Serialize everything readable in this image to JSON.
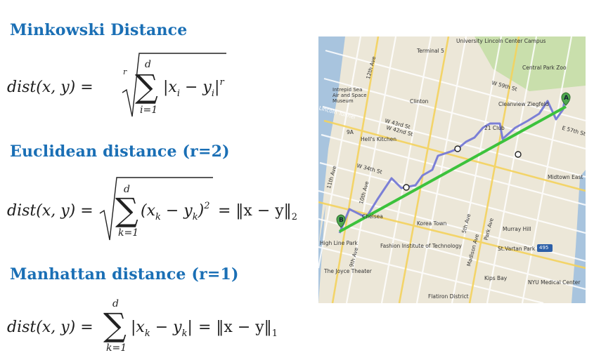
{
  "sections": {
    "minkowski": {
      "heading": "Minkowski Distance"
    },
    "euclidean": {
      "heading": "Euclidean distance (r=2)"
    },
    "manhattan": {
      "heading": "Manhattan distance (r=1)"
    }
  },
  "formulas": {
    "minkowski": {
      "lhs": "dist(x, y) =",
      "root_index": "r",
      "sum_top": "d",
      "sum_bottom": "i=1",
      "body": "|x",
      "sub": "i",
      "minus": " − y",
      "sub2": "i",
      "close": "|",
      "power": "r"
    },
    "euclidean": {
      "lhs": "dist(x, y) =",
      "sum_top": "d",
      "sum_bottom": "k=1",
      "body": "(x",
      "sub": "k",
      "minus": " − y",
      "sub2": "k",
      "close": ")",
      "power": "2",
      "rhs": "= ‖x − y‖",
      "rhs_sub": "2"
    },
    "manhattan": {
      "lhs": "dist(x, y) =",
      "sum_top": "d",
      "sum_bottom": "k=1",
      "body": "|x",
      "sub": "k",
      "minus": " − y",
      "sub2": "k",
      "close": "|",
      "rhs": "= ‖x − y‖",
      "rhs_sub": "1"
    }
  },
  "map": {
    "marker_a": "A",
    "marker_b": "B",
    "route_color": "#7b7fd6",
    "straight_line_color": "#3cc23c",
    "labels": [
      "University Lincoln Center Campus",
      "Terminal 5",
      "Central Park Zoo",
      "Intrepid Sea Air and Space Museum",
      "Clinton",
      "Cleanview Ziegfeld",
      "21 Club",
      "Hell's Kitchen",
      "Midtown East",
      "Chelsea",
      "Korea Town",
      "Murray Hill",
      "High Line Park",
      "Fashion Institute of Technology",
      "St.Vartan Park",
      "The Joyce Theater",
      "Kips Bay",
      "NYU Medical Center",
      "Flatiron District",
      "495",
      "9A",
      "12th Ave",
      "11th Ave",
      "10th Ave",
      "9th Ave",
      "5th Ave",
      "Madison Ave",
      "Park Ave",
      "W 43rd St",
      "W 42nd St",
      "W 34th St",
      "W 59th St",
      "E 57th St",
      "Lincoln Tunnel"
    ]
  }
}
